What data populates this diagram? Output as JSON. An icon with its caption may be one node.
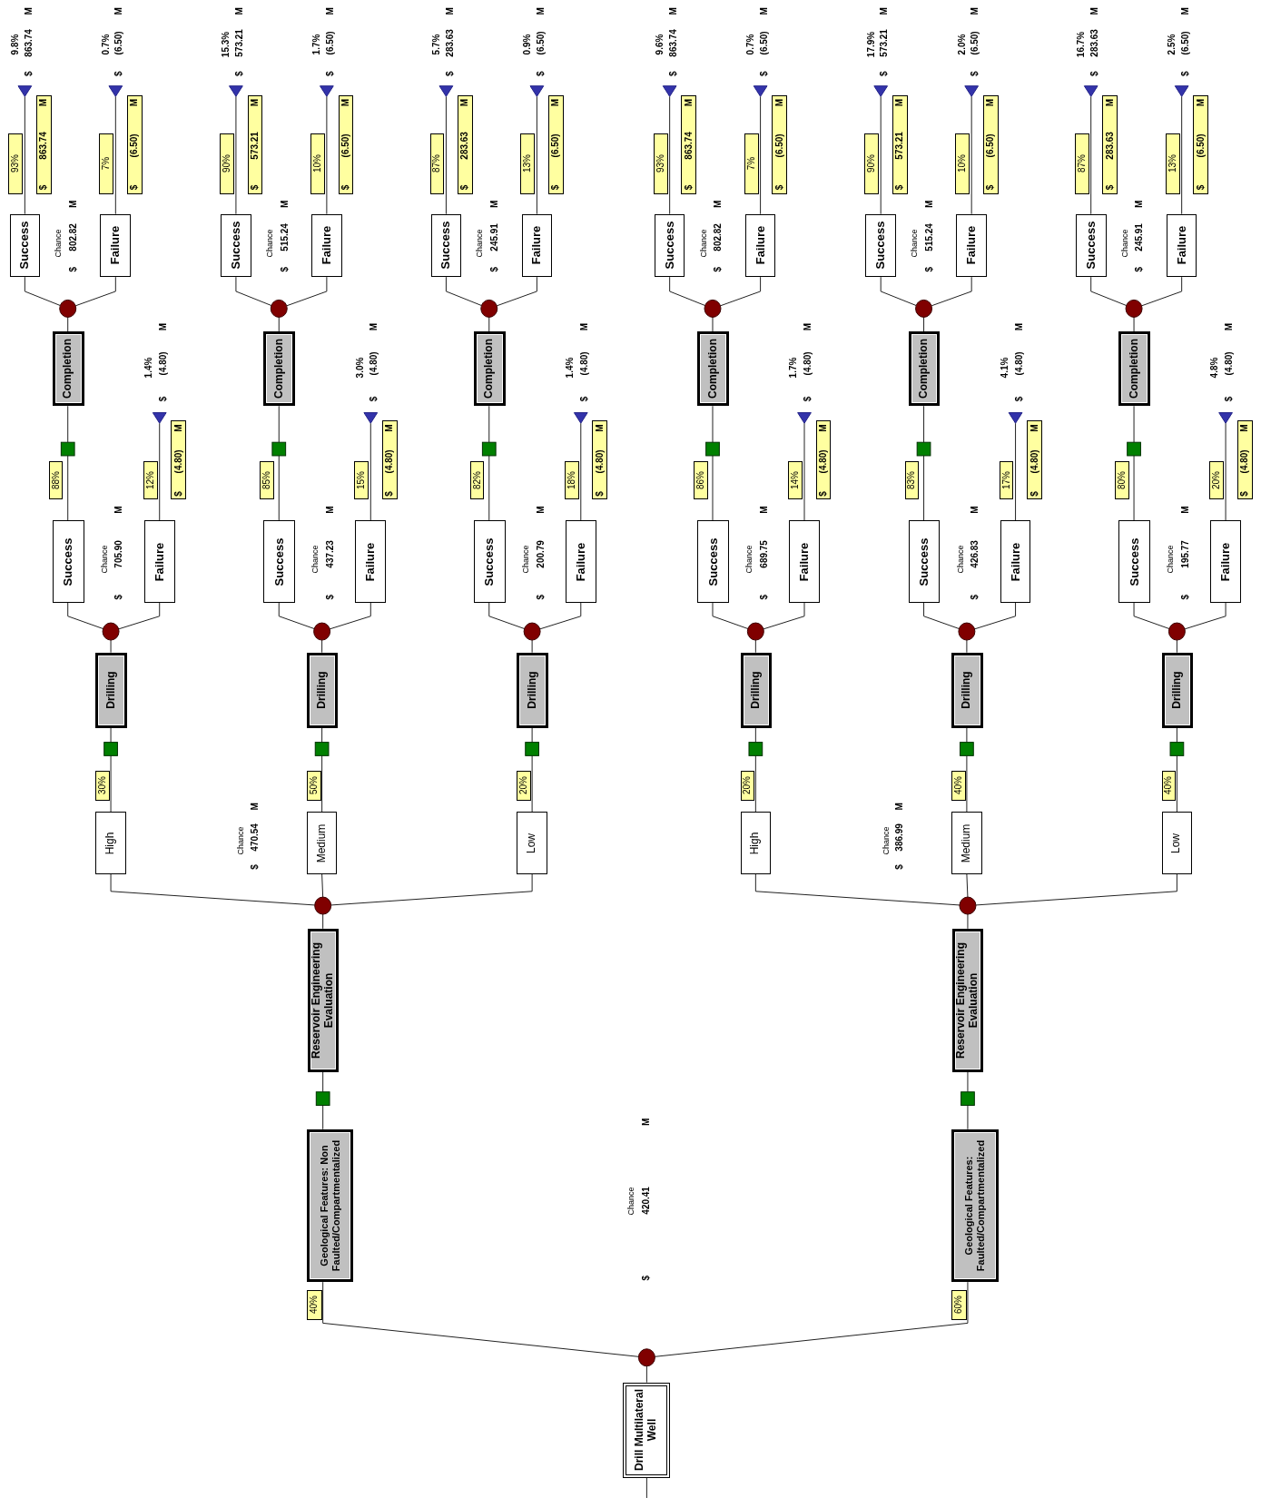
{
  "diagram": {
    "nodes": [
      {
        "text": [
          "Drill Multilateral Well"
        ]
      },
      {
        "text": [],
        "shape": "circle",
        "beside": [
          "Chance",
          "$ 420.41 M"
        ]
      },
      {
        "text": [
          "40%"
        ]
      },
      {
        "text": [
          "Geological Features: Non Faulted/Compartmentalized"
        ]
      },
      {
        "text": [],
        "shape": "square"
      },
      {
        "text": [
          "Reservoir Engineering Evaluation"
        ]
      },
      {
        "text": [],
        "shape": "circle",
        "beside": [
          "Chance",
          "$ 470.54 M"
        ]
      },
      {
        "text": [
          "30%"
        ]
      },
      {
        "text": [
          "High"
        ]
      },
      {
        "text": [],
        "shape": "square"
      },
      {
        "text": [
          "Drilling"
        ]
      },
      {
        "text": [],
        "shape": "circle",
        "beside": [
          "Chance",
          "$ 705.90 M"
        ]
      },
      {
        "text": [
          "88%"
        ]
      },
      {
        "text": [
          "Success"
        ]
      },
      {
        "text": [],
        "shape": "square"
      },
      {
        "text": [
          "Completion"
        ]
      },
      {
        "text": [],
        "shape": "circle",
        "beside": [
          "Chance",
          "$ 802.82 M"
        ]
      },
      {
        "text": [
          "93%"
        ]
      },
      {
        "text": [
          "Success"
        ]
      },
      {
        "text": [
          "$ 863.74 M"
        ]
      },
      {
        "text": [],
        "shape": "triangle",
        "beside": [
          "9.8%",
          "$ 863.74 M"
        ]
      },
      {
        "text": [
          "7%"
        ]
      },
      {
        "text": [
          "Failure"
        ]
      },
      {
        "text": [
          "$ (6.50) M"
        ]
      },
      {
        "text": [],
        "shape": "triangle",
        "beside": [
          "0.7%",
          "$ (6.50) M"
        ]
      },
      {
        "text": [
          "12%"
        ]
      },
      {
        "text": [
          "Failure"
        ]
      },
      {
        "text": [
          "$ (4.80) M"
        ]
      },
      {
        "text": [],
        "shape": "triangle",
        "beside": [
          "1.4%",
          "$ (4.80) M"
        ]
      },
      {
        "text": [
          "50%"
        ]
      },
      {
        "text": [
          "Medium"
        ]
      },
      {
        "text": [],
        "shape": "square"
      },
      {
        "text": [
          "Drilling"
        ]
      },
      {
        "text": [],
        "shape": "circle",
        "beside": [
          "Chance",
          "$ 437.23 M"
        ]
      },
      {
        "text": [
          "85%"
        ]
      },
      {
        "text": [
          "Success"
        ]
      },
      {
        "text": [],
        "shape": "square"
      },
      {
        "text": [
          "Completion"
        ]
      },
      {
        "text": [],
        "shape": "circle",
        "beside": [
          "Chance",
          "$ 515.24 M"
        ]
      },
      {
        "text": [
          "90%"
        ]
      },
      {
        "text": [
          "Success"
        ]
      },
      {
        "text": [
          "$ 573.21 M"
        ]
      },
      {
        "text": [],
        "shape": "triangle",
        "beside": [
          "15.3%",
          "$ 573.21 M"
        ]
      },
      {
        "text": [
          "10%"
        ]
      },
      {
        "text": [
          "Failure"
        ]
      },
      {
        "text": [
          "$ (6.50) M"
        ]
      },
      {
        "text": [],
        "shape": "triangle",
        "beside": [
          "1.7%",
          "$ (6.50) M"
        ]
      },
      {
        "text": [
          "15%"
        ]
      },
      {
        "text": [
          "Failure"
        ]
      },
      {
        "text": [
          "$ (4.80) M"
        ]
      },
      {
        "text": [],
        "shape": "triangle",
        "beside": [
          "3.0%",
          "$ (4.80) M"
        ]
      },
      {
        "text": [
          "20%"
        ]
      },
      {
        "text": [
          "Low"
        ]
      },
      {
        "text": [],
        "shape": "square"
      },
      {
        "text": [
          "Drilling"
        ]
      },
      {
        "text": [],
        "shape": "circle",
        "beside": [
          "Chance",
          "$ 200.79 M"
        ]
      },
      {
        "text": [
          "82%"
        ]
      },
      {
        "text": [
          "Success"
        ]
      },
      {
        "text": [],
        "shape": "square"
      },
      {
        "text": [
          "Completion"
        ]
      },
      {
        "text": [],
        "shape": "circle",
        "beside": [
          "Chance",
          "$ 245.91 M"
        ]
      },
      {
        "text": [
          "87%"
        ]
      },
      {
        "text": [
          "Success"
        ]
      },
      {
        "text": [
          "$ 283.63 M"
        ]
      },
      {
        "text": [],
        "shape": "triangle",
        "beside": [
          "5.7%",
          "$ 283.63 M"
        ]
      },
      {
        "text": [
          "13%"
        ]
      },
      {
        "text": [
          "Failure"
        ]
      },
      {
        "text": [
          "$ (6.50) M"
        ]
      },
      {
        "text": [],
        "shape": "triangle",
        "beside": [
          "0.9%",
          "$ (6.50) M"
        ]
      },
      {
        "text": [
          "18%"
        ]
      },
      {
        "text": [
          "Failure"
        ]
      },
      {
        "text": [
          "$ (4.80) M"
        ]
      },
      {
        "text": [],
        "shape": "triangle",
        "beside": [
          "1.4%",
          "$ (4.80) M"
        ]
      },
      {
        "text": [
          "60%"
        ]
      },
      {
        "text": [
          "Geological Features: Faulted/Compartmentalized"
        ]
      },
      {
        "text": [],
        "shape": "square"
      },
      {
        "text": [
          "Reservoir Engineering Evaluation"
        ]
      },
      {
        "text": [],
        "shape": "circle",
        "beside": [
          "Chance",
          "$ 386.99 M"
        ]
      },
      {
        "text": [
          "20%"
        ]
      },
      {
        "text": [
          "High"
        ]
      },
      {
        "text": [],
        "shape": "square"
      },
      {
        "text": [
          "Drilling"
        ]
      },
      {
        "text": [],
        "shape": "circle",
        "beside": [
          "Chance",
          "$ 689.75 M"
        ]
      },
      {
        "text": [
          "86%"
        ]
      },
      {
        "text": [
          "Success"
        ]
      },
      {
        "text": [],
        "shape": "square"
      },
      {
        "text": [
          "Completion"
        ]
      },
      {
        "text": [],
        "shape": "circle",
        "beside": [
          "Chance",
          "$ 802.82 M"
        ]
      },
      {
        "text": [
          "93%"
        ]
      },
      {
        "text": [
          "Success"
        ]
      },
      {
        "text": [
          "$ 863.74 M"
        ]
      },
      {
        "text": [],
        "shape": "triangle",
        "beside": [
          "9.6%",
          "$ 863.74 M"
        ]
      },
      {
        "text": [
          "7%"
        ]
      },
      {
        "text": [
          "Failure"
        ]
      },
      {
        "text": [
          "$ (6.50) M"
        ]
      },
      {
        "text": [],
        "shape": "triangle",
        "beside": [
          "0.7%",
          "$ (6.50) M"
        ]
      },
      {
        "text": [
          "14%"
        ]
      },
      {
        "text": [
          "Failure"
        ]
      },
      {
        "text": [
          "$ (4.80) M"
        ]
      },
      {
        "text": [],
        "shape": "triangle",
        "beside": [
          "1.7%",
          "$ (4.80) M"
        ]
      },
      {
        "text": [
          "40%"
        ]
      },
      {
        "text": [
          "Medium"
        ]
      },
      {
        "text": [],
        "shape": "square"
      },
      {
        "text": [
          "Drilling"
        ]
      },
      {
        "text": [],
        "shape": "circle",
        "beside": [
          "Chance",
          "$ 426.83 M"
        ]
      },
      {
        "text": [
          "83%"
        ]
      },
      {
        "text": [
          "Success"
        ]
      },
      {
        "text": [],
        "shape": "square"
      },
      {
        "text": [
          "Completion"
        ]
      },
      {
        "text": [],
        "shape": "circle",
        "beside": [
          "Chance",
          "$ 515.24 M"
        ]
      },
      {
        "text": [
          "90%"
        ]
      },
      {
        "text": [
          "Success"
        ]
      },
      {
        "text": [
          "$ 573.21 M"
        ]
      },
      {
        "text": [],
        "shape": "triangle",
        "beside": [
          "17.9%",
          "$ 573.21 M"
        ]
      },
      {
        "text": [
          "10%"
        ]
      },
      {
        "text": [
          "Failure"
        ]
      },
      {
        "text": [
          "$ (6.50) M"
        ]
      },
      {
        "text": [],
        "shape": "triangle",
        "beside": [
          "2.0%",
          "$ (6.50) M"
        ]
      },
      {
        "text": [
          "17%"
        ]
      },
      {
        "text": [
          "Failure"
        ]
      },
      {
        "text": [
          "$ (4.80) M"
        ]
      },
      {
        "text": [],
        "shape": "triangle",
        "beside": [
          "4.1%",
          "$ (4.80) M"
        ]
      },
      {
        "text": [
          "40%"
        ]
      },
      {
        "text": [
          "Low"
        ]
      },
      {
        "text": [],
        "shape": "square"
      },
      {
        "text": [
          "Drilling"
        ]
      },
      {
        "text": [],
        "shape": "circle",
        "beside": [
          "Chance",
          "$ 195.77 M"
        ]
      },
      {
        "text": [
          "80%"
        ]
      },
      {
        "text": [
          "Success"
        ]
      },
      {
        "text": [],
        "shape": "square"
      },
      {
        "text": [
          "Completion"
        ]
      },
      {
        "text": [],
        "shape": "circle",
        "beside": [
          "Chance",
          "$ 245.91 M"
        ]
      },
      {
        "text": [
          "87%"
        ]
      },
      {
        "text": [
          "Success"
        ]
      },
      {
        "text": [
          "$ 283.63 M"
        ]
      },
      {
        "text": [],
        "shape": "triangle",
        "beside": [
          "16.7%",
          "$ 283.63 M"
        ]
      },
      {
        "text": [
          "13%"
        ]
      },
      {
        "text": [
          "Failure"
        ]
      },
      {
        "text": [
          "$ (6.50) M"
        ]
      },
      {
        "text": [],
        "shape": "triangle",
        "beside": [
          "2.5%",
          "$ (6.50) M"
        ]
      },
      {
        "text": [
          "20%"
        ]
      },
      {
        "text": [
          "Failure"
        ]
      },
      {
        "text": [
          "$ (4.80) M"
        ]
      },
      {
        "text": [],
        "shape": "triangle",
        "beside": [
          "4.8%",
          "$ (4.80) M"
        ]
      }
    ],
    "edges": [
      {
        "from": 0,
        "to": 1,
        "arrow": "none"
      },
      {
        "from": 0,
        "to": null,
        "arrow": "none"
      },
      {
        "from": 1,
        "to": 3,
        "arrow": "none"
      },
      {
        "from": 3,
        "to": 4,
        "arrow": "none"
      },
      {
        "from": 4,
        "to": 5,
        "arrow": "none"
      },
      {
        "from": 5,
        "to": 6,
        "arrow": "none"
      },
      {
        "from": 6,
        "to": 8,
        "arrow": "none"
      },
      {
        "from": 8,
        "to": 9,
        "arrow": "none"
      },
      {
        "from": 9,
        "to": 10,
        "arrow": "none"
      },
      {
        "from": 10,
        "to": 11,
        "arrow": "none"
      },
      {
        "from": 11,
        "to": 13,
        "arrow": "none"
      },
      {
        "from": 13,
        "to": 14,
        "arrow": "none"
      },
      {
        "from": 14,
        "to": 15,
        "arrow": "none"
      },
      {
        "from": 15,
        "to": 16,
        "arrow": "none"
      },
      {
        "from": 16,
        "to": 18,
        "arrow": "none"
      },
      {
        "from": 18,
        "to": 20,
        "arrow": "none"
      },
      {
        "from": 16,
        "to": 22,
        "arrow": "none"
      },
      {
        "from": 22,
        "to": 24,
        "arrow": "none"
      },
      {
        "from": 11,
        "to": 26,
        "arrow": "none"
      },
      {
        "from": 26,
        "to": 28,
        "arrow": "none"
      },
      {
        "from": 6,
        "to": 30,
        "arrow": "none"
      },
      {
        "from": 30,
        "to": 31,
        "arrow": "none"
      },
      {
        "from": 31,
        "to": 32,
        "arrow": "none"
      },
      {
        "from": 32,
        "to": 33,
        "arrow": "none"
      },
      {
        "from": 33,
        "to": 35,
        "arrow": "none"
      },
      {
        "from": 35,
        "to": 36,
        "arrow": "none"
      },
      {
        "from": 36,
        "to": 37,
        "arrow": "none"
      },
      {
        "from": 37,
        "to": 38,
        "arrow": "none"
      },
      {
        "from": 38,
        "to": 40,
        "arrow": "none"
      },
      {
        "from": 40,
        "to": 42,
        "arrow": "none"
      },
      {
        "from": 38,
        "to": 44,
        "arrow": "none"
      },
      {
        "from": 44,
        "to": 46,
        "arrow": "none"
      },
      {
        "from": 33,
        "to": 48,
        "arrow": "none"
      },
      {
        "from": 48,
        "to": 50,
        "arrow": "none"
      },
      {
        "from": 6,
        "to": 52,
        "arrow": "none"
      },
      {
        "from": 52,
        "to": 53,
        "arrow": "none"
      },
      {
        "from": 53,
        "to": 54,
        "arrow": "none"
      },
      {
        "from": 54,
        "to": 55,
        "arrow": "none"
      },
      {
        "from": 55,
        "to": 57,
        "arrow": "none"
      },
      {
        "from": 57,
        "to": 58,
        "arrow": "none"
      },
      {
        "from": 58,
        "to": 59,
        "arrow": "none"
      },
      {
        "from": 59,
        "to": 60,
        "arrow": "none"
      },
      {
        "from": 60,
        "to": 62,
        "arrow": "none"
      },
      {
        "from": 62,
        "to": 64,
        "arrow": "none"
      },
      {
        "from": 60,
        "to": 66,
        "arrow": "none"
      },
      {
        "from": 66,
        "to": 68,
        "arrow": "none"
      },
      {
        "from": 55,
        "to": 70,
        "arrow": "none"
      },
      {
        "from": 70,
        "to": 72,
        "arrow": "none"
      },
      {
        "from": 1,
        "to": 74,
        "arrow": "none"
      },
      {
        "from": 74,
        "to": 75,
        "arrow": "none"
      },
      {
        "from": 75,
        "to": 76,
        "arrow": "none"
      },
      {
        "from": 76,
        "to": 77,
        "arrow": "none"
      },
      {
        "from": 77,
        "to": 79,
        "arrow": "none"
      },
      {
        "from": 79,
        "to": 80,
        "arrow": "none"
      },
      {
        "from": 80,
        "to": 81,
        "arrow": "none"
      },
      {
        "from": 81,
        "to": 82,
        "arrow": "none"
      },
      {
        "from": 82,
        "to": 84,
        "arrow": "none"
      },
      {
        "from": 84,
        "to": 85,
        "arrow": "none"
      },
      {
        "from": 85,
        "to": 86,
        "arrow": "none"
      },
      {
        "from": 86,
        "to": 87,
        "arrow": "none"
      },
      {
        "from": 87,
        "to": 89,
        "arrow": "none"
      },
      {
        "from": 89,
        "to": 91,
        "arrow": "none"
      },
      {
        "from": 87,
        "to": 93,
        "arrow": "none"
      },
      {
        "from": 93,
        "to": 95,
        "arrow": "none"
      },
      {
        "from": 82,
        "to": 97,
        "arrow": "none"
      },
      {
        "from": 97,
        "to": 99,
        "arrow": "none"
      },
      {
        "from": 77,
        "to": 101,
        "arrow": "none"
      },
      {
        "from": 101,
        "to": 102,
        "arrow": "none"
      },
      {
        "from": 102,
        "to": 103,
        "arrow": "none"
      },
      {
        "from": 103,
        "to": 104,
        "arrow": "none"
      },
      {
        "from": 104,
        "to": 106,
        "arrow": "none"
      },
      {
        "from": 106,
        "to": 107,
        "arrow": "none"
      },
      {
        "from": 107,
        "to": 108,
        "arrow": "none"
      },
      {
        "from": 108,
        "to": 109,
        "arrow": "none"
      },
      {
        "from": 109,
        "to": 111,
        "arrow": "none"
      },
      {
        "from": 111,
        "to": 113,
        "arrow": "none"
      },
      {
        "from": 109,
        "to": 115,
        "arrow": "none"
      },
      {
        "from": 115,
        "to": 117,
        "arrow": "none"
      },
      {
        "from": 104,
        "to": 119,
        "arrow": "none"
      },
      {
        "from": 119,
        "to": 121,
        "arrow": "none"
      },
      {
        "from": 77,
        "to": 123,
        "arrow": "none"
      },
      {
        "from": 123,
        "to": 124,
        "arrow": "none"
      },
      {
        "from": 124,
        "to": 125,
        "arrow": "none"
      },
      {
        "from": 125,
        "to": 126,
        "arrow": "none"
      },
      {
        "from": 126,
        "to": 128,
        "arrow": "none"
      },
      {
        "from": 128,
        "to": 129,
        "arrow": "none"
      },
      {
        "from": 129,
        "to": 130,
        "arrow": "none"
      },
      {
        "from": 130,
        "to": 131,
        "arrow": "none"
      },
      {
        "from": 131,
        "to": 133,
        "arrow": "none"
      },
      {
        "from": 133,
        "to": 135,
        "arrow": "none"
      },
      {
        "from": 131,
        "to": 137,
        "arrow": "none"
      },
      {
        "from": 137,
        "to": 139,
        "arrow": "none"
      },
      {
        "from": 126,
        "to": 141,
        "arrow": "none"
      },
      {
        "from": 141,
        "to": 143,
        "arrow": "none"
      }
    ]
  }
}
